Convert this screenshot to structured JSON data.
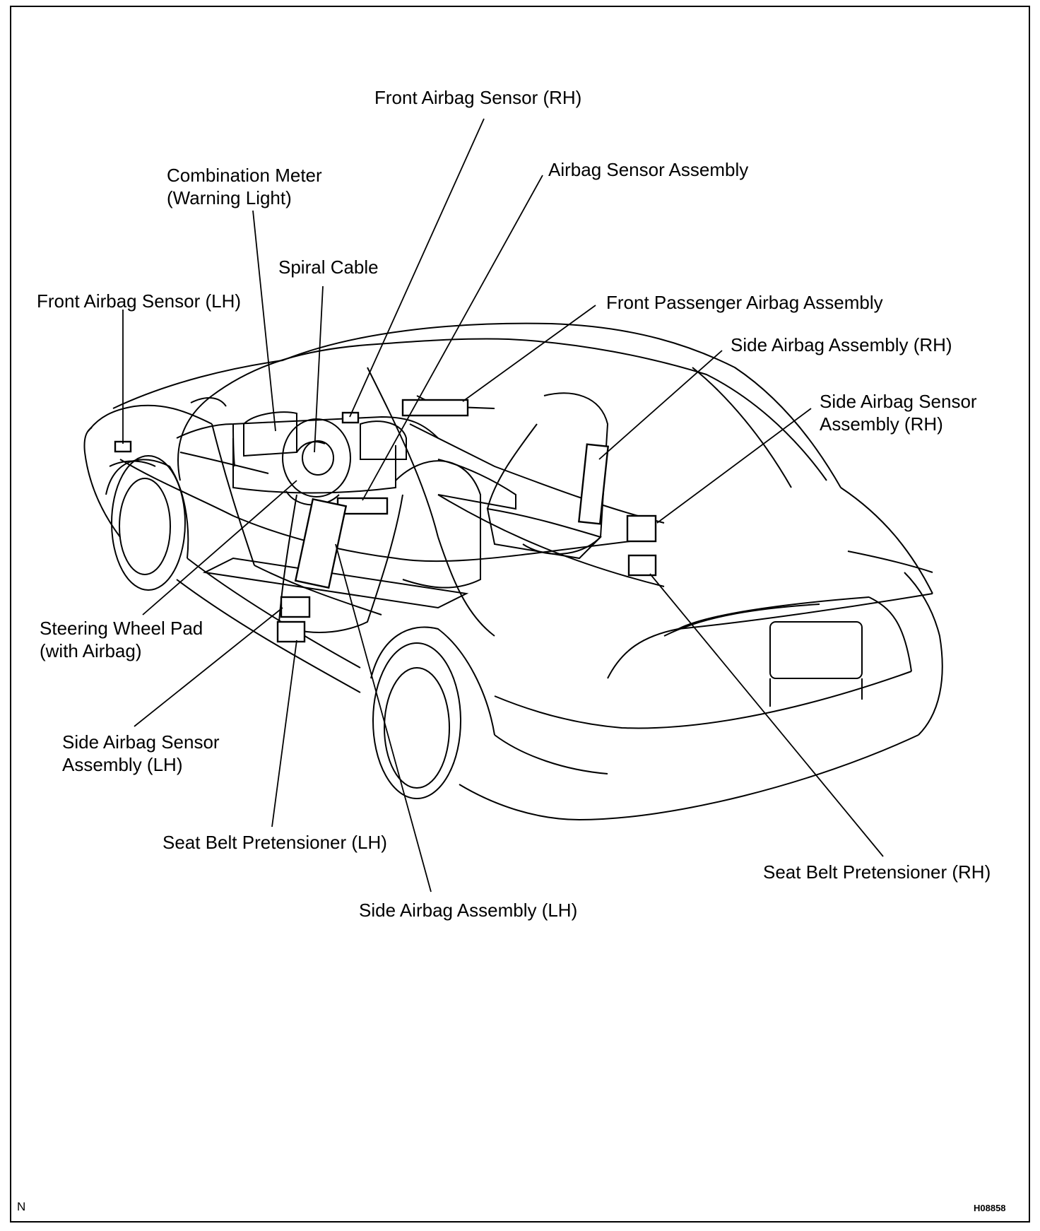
{
  "labels": {
    "front_airbag_sensor_rh": "Front Airbag Sensor (RH)",
    "airbag_sensor_assembly": "Airbag Sensor Assembly",
    "combination_meter_l1": "Combination Meter",
    "combination_meter_l2": "(Warning Light)",
    "spiral_cable": "Spiral Cable",
    "front_airbag_sensor_lh": "Front Airbag Sensor (LH)",
    "front_passenger_airbag_assembly": "Front Passenger Airbag Assembly",
    "side_airbag_assembly_rh": "Side Airbag Assembly (RH)",
    "side_airbag_sensor_rh_l1": "Side  Airbag  Sensor",
    "side_airbag_sensor_rh_l2": "Assembly (RH)",
    "steering_wheel_pad_l1": "Steering Wheel Pad",
    "steering_wheel_pad_l2": "(with Airbag)",
    "side_airbag_sensor_lh_l1": "Side  Airbag  Sensor",
    "side_airbag_sensor_lh_l2": "Assembly (LH)",
    "seat_belt_pretensioner_lh": "Seat Belt Pretensioner (LH)",
    "seat_belt_pretensioner_rh": "Seat Belt Pretensioner (RH)",
    "side_airbag_assembly_lh": "Side Airbag Assembly (LH)"
  },
  "corner_mark": "N",
  "figure_code": "H08858"
}
